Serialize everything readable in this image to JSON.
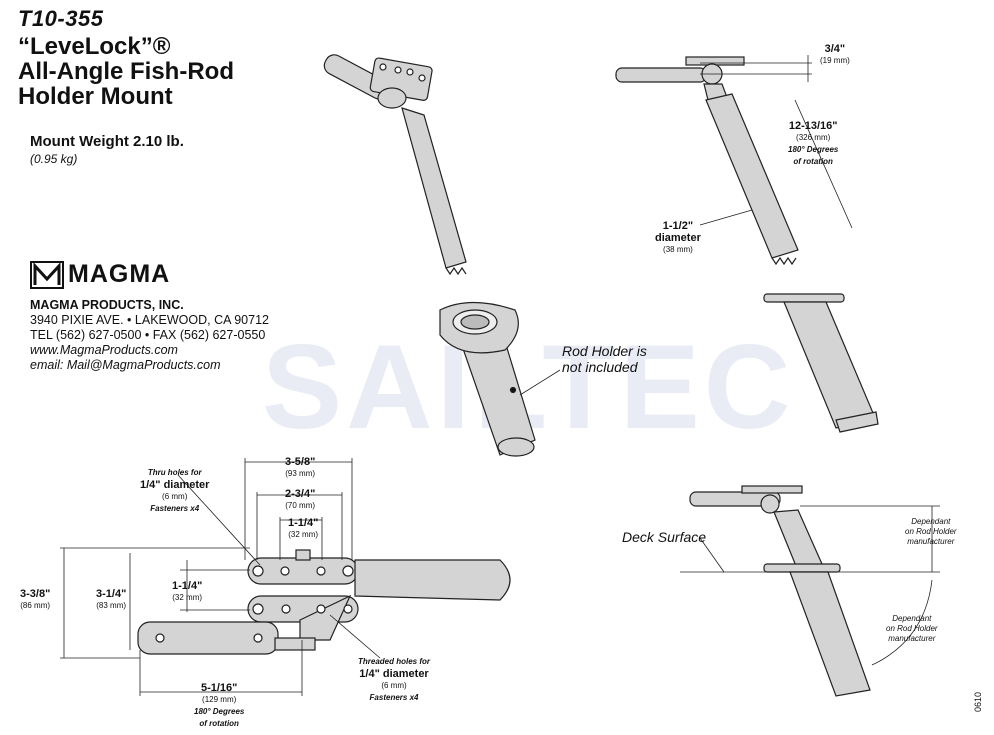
{
  "header": {
    "model": "T10-355",
    "name_line1": "“LeveLock”®",
    "name_line2": "All-Angle Fish-Rod",
    "name_line3": "Holder Mount",
    "weight": "Mount Weight 2.10 lb.",
    "weight_kg": "(0.95 kg)"
  },
  "company": {
    "brand": "MAGMA",
    "name": "MAGMA PRODUCTS, INC.",
    "address": "3940 PIXIE AVE. • LAKEWOOD, CA 90712",
    "phone": "TEL (562) 627-0500 • FAX (562) 627-0550",
    "web": "www.MagmaProducts.com",
    "email": "email: Mail@MagmaProducts.com"
  },
  "watermark": "SAILTEC",
  "callouts": {
    "rod_holder": "Rod Holder is",
    "rod_holder2": "not included",
    "deck": "Deck Surface"
  },
  "dims": {
    "d34": "3/4\"",
    "d34mm": "(19 mm)",
    "d1213": "12-13/16\"",
    "d1213mm": "(326 mm)",
    "rot": "180° Degrees",
    "rot2": "of rotation",
    "d112": "1-1/2\"",
    "diameter": "diameter",
    "d112mm": "(38 mm)",
    "d358": "3-5/8\"",
    "d358mm": "(93 mm)",
    "d234": "2-3/4\"",
    "d234mm": "(70 mm)",
    "d114": "1-1/4\"",
    "d114mm": "(32 mm)",
    "d114b": "1-1/4\"",
    "d114bmm": "(32 mm)",
    "d338": "3-3/8\"",
    "d338mm": "(86 mm)",
    "d314": "3-1/4\"",
    "d314mm": "(83 mm)",
    "d5116": "5-1/16\"",
    "d5116mm": "(129 mm)",
    "rotb": "180° Degrees",
    "rotb2": "of rotation",
    "thru1": "Thru holes for",
    "thru2": "1/4\" diameter",
    "thru3": "(6 mm)",
    "thru4": "Fasteners x4",
    "thr1": "Threaded holes for",
    "thr2": "1/4\" diameter",
    "thr3": "(6 mm)",
    "thr4": "Fasteners x4",
    "dep1a": "Dependant",
    "dep1b": "on Rod Holder",
    "dep1c": "manufacturer",
    "dep2a": "Dependant",
    "dep2b": "on Rod Holder",
    "dep2c": "manufacturer"
  },
  "doc_code": "0610",
  "colors": {
    "line": "#222222",
    "fill": "#cfcfcf",
    "watermark": "#e6e9f2"
  }
}
